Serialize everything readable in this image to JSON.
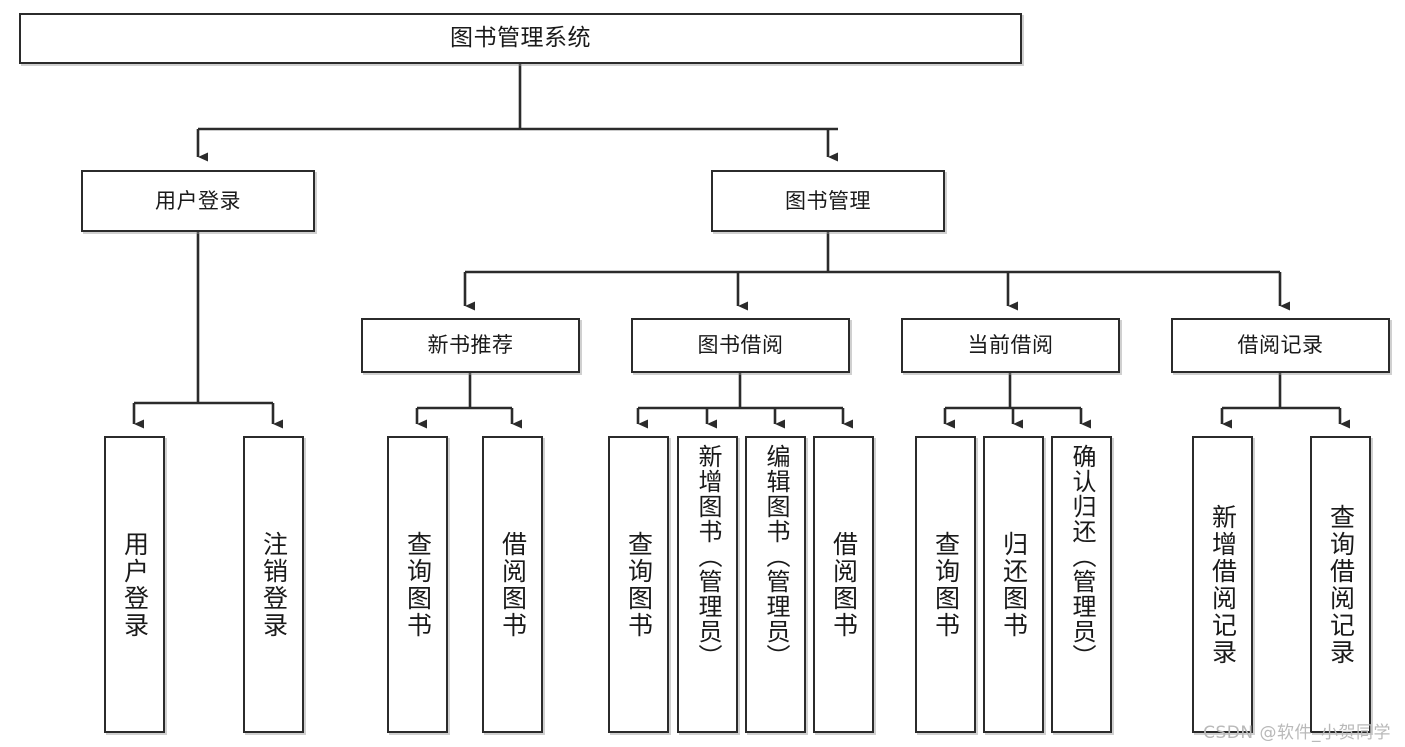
{
  "diagram": {
    "title": "图书管理系统",
    "type": "tree-hierarchy-functional-structure",
    "watermark": "CSDN @软件_小贺同学"
  },
  "root": {
    "label": "图书管理系统"
  },
  "level2": [
    {
      "id": "user-login",
      "label": "用户登录"
    },
    {
      "id": "book-manage",
      "label": "图书管理"
    }
  ],
  "level3": [
    {
      "id": "new-book-recommend",
      "label": "新书推荐"
    },
    {
      "id": "book-borrow",
      "label": "图书借阅"
    },
    {
      "id": "current-borrow",
      "label": "当前借阅"
    },
    {
      "id": "borrow-record",
      "label": "借阅记录"
    }
  ],
  "leaves": {
    "user_login": [
      {
        "id": "leaf-user-login",
        "label": "用户登录"
      },
      {
        "id": "leaf-logout-login",
        "label": "注销登录"
      }
    ],
    "new_book_recommend": [
      {
        "id": "leaf-query-book-1",
        "label": "查询图书"
      },
      {
        "id": "leaf-borrow-book-1",
        "label": "借阅图书"
      }
    ],
    "book_borrow": [
      {
        "id": "leaf-query-book-2",
        "label": "查询图书"
      },
      {
        "id": "leaf-add-book",
        "label": "新增图书（管理员）"
      },
      {
        "id": "leaf-edit-book",
        "label": "编辑图书（管理员）"
      },
      {
        "id": "leaf-borrow-book-2",
        "label": "借阅图书"
      }
    ],
    "current_borrow": [
      {
        "id": "leaf-query-book-3",
        "label": "查询图书"
      },
      {
        "id": "leaf-return-book",
        "label": "归还图书"
      },
      {
        "id": "leaf-confirm-return",
        "label": "确认归还（管理员）"
      }
    ],
    "borrow_record": [
      {
        "id": "leaf-add-record",
        "label": "新增借阅记录"
      },
      {
        "id": "leaf-query-record",
        "label": "查询借阅记录"
      }
    ]
  },
  "colors": {
    "stroke": "#2b2b2b",
    "fill": "#ffffff",
    "text": "#1a1a1a",
    "watermark": "#b9b9b9"
  }
}
